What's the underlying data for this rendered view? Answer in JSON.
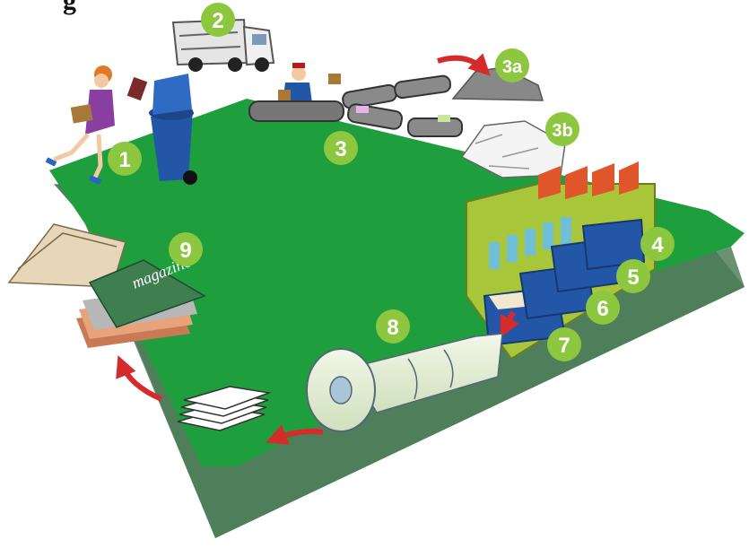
{
  "heading": "g",
  "badges": [
    {
      "id": "1",
      "label": "1"
    },
    {
      "id": "2",
      "label": "2"
    },
    {
      "id": "3",
      "label": "3"
    },
    {
      "id": "3a",
      "label": "3a"
    },
    {
      "id": "3b",
      "label": "3b"
    },
    {
      "id": "4",
      "label": "4"
    },
    {
      "id": "5",
      "label": "5"
    },
    {
      "id": "6",
      "label": "6"
    },
    {
      "id": "7",
      "label": "7"
    },
    {
      "id": "8",
      "label": "8"
    },
    {
      "id": "9",
      "label": "9"
    }
  ],
  "magazine_cover_text": "magazine",
  "colors": {
    "board_green": "#1f9e3e",
    "board_shadow": "#4f7f5a",
    "badge_green": "#8dc63f",
    "arrow_red": "#d62b2b",
    "bin_blue": "#2456a8",
    "factory_green": "#a8c63a",
    "roof_orange": "#e0552a"
  }
}
